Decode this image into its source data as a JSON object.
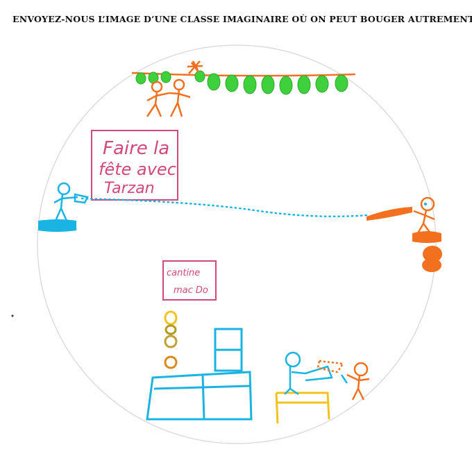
{
  "header": {
    "title": "ENVOYEZ-NOUS L’IMAGE D’UNE CLASSE IMAGINAIRE OÙ ON PEUT BOUGER AUTREMENT. . ."
  },
  "drawing": {
    "sign_lines": [
      "Faire la",
      "fête avec",
      "Tarzan"
    ],
    "small_sign_lines": [
      "cantine",
      "mac Do"
    ]
  },
  "colors": {
    "cyan": "#1ab4e3",
    "orange": "#f2701e",
    "green": "#3fd13b",
    "pink": "#d2487a",
    "yellow": "#f2c21e",
    "circle": "#d8d8d8"
  }
}
